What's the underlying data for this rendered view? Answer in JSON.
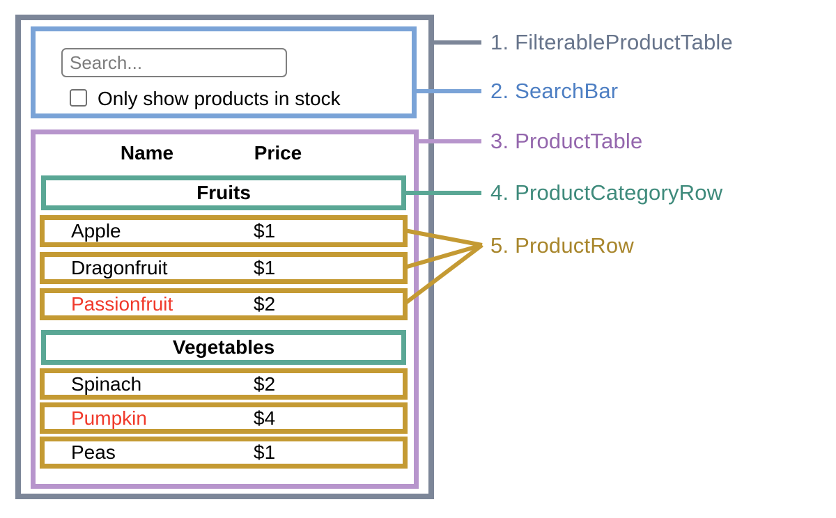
{
  "colors": {
    "outer_border": "#7c8698",
    "search_bar_border": "#7aa3d7",
    "product_table_border": "#b795cc",
    "category_row_border": "#5aa795",
    "product_row_border": "#c49a33",
    "out_of_stock_text": "#f0392b",
    "default_text": "#000000"
  },
  "search_bar": {
    "placeholder": "Search...",
    "checkbox_label": "Only show products in stock",
    "checkbox_checked": false
  },
  "table": {
    "headers": {
      "name": "Name",
      "price": "Price"
    },
    "sections": [
      {
        "category": "Fruits",
        "rows": [
          {
            "name": "Apple",
            "price": "$1"
          },
          {
            "name": "Dragonfruit",
            "price": "$1"
          },
          {
            "name": "Passionfruit",
            "price": "$2",
            "color": "#f0392b"
          }
        ]
      },
      {
        "category": "Vegetables",
        "rows": [
          {
            "name": "Spinach",
            "price": "$2"
          },
          {
            "name": "Pumpkin",
            "price": "$4",
            "color": "#f0392b"
          },
          {
            "name": "Peas",
            "price": "$1"
          }
        ]
      }
    ]
  },
  "legend": {
    "items": [
      {
        "label": "1. FilterableProductTable",
        "color": "#67748b"
      },
      {
        "label": "2. SearchBar",
        "color": "#4e7fc3"
      },
      {
        "label": "3. ProductTable",
        "color": "#9467ad"
      },
      {
        "label": "4. ProductCategoryRow",
        "color": "#3e8a7b"
      },
      {
        "label": "5. ProductRow",
        "color": "#a8862c"
      }
    ]
  }
}
